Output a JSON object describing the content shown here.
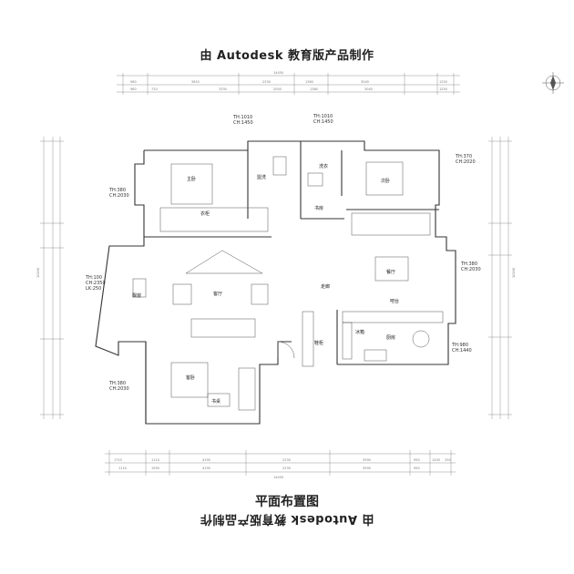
{
  "watermark": {
    "text": "由 Autodesk 教育版产品制作"
  },
  "plan_title": "平面布置图",
  "annotations": [
    {
      "line1": "TH:1010",
      "line2": "CH:1450"
    },
    {
      "line1": "TH:1010",
      "line2": "CH:1450"
    },
    {
      "line1": "TH:370",
      "line2": "CH:2020"
    },
    {
      "line1": "TH:380",
      "line2": "CH:2030"
    },
    {
      "line1": "TH:100",
      "line2": "CH:2350",
      "line3": "LK:250"
    },
    {
      "line1": "TH:380",
      "line2": "CH:2030"
    },
    {
      "line1": "TH:980",
      "line2": "CH:1440"
    },
    {
      "line1": "TH:380",
      "line2": "CH:2030"
    }
  ],
  "rooms": {
    "master_bedroom": "主卧",
    "bathroom": "盥洗",
    "laundry": "洗衣",
    "second_bedroom": "次卧",
    "study": "书房",
    "bay_window": "飘窗",
    "living_room": "客厅",
    "corridor": "走廊",
    "dining": "餐厅",
    "kitchen": "厨房",
    "guest_bedroom": "客卧",
    "wardrobe": "衣柜",
    "shoe_cabinet": "鞋柜",
    "bar": "吧台",
    "fridge": "冰箱",
    "desk": "书桌"
  },
  "dimensions": {
    "top_total": "14450",
    "bottom_total": "14450",
    "top_row1": [
      "980",
      "3610",
      "2230",
      "1360",
      "3040",
      "1250"
    ],
    "top_row2": [
      "980",
      "720",
      "3330",
      "2000",
      "1380",
      "3040",
      "1250"
    ],
    "bottom_row1": [
      "1710",
      "1110",
      "4190",
      "2230",
      "3590",
      "950",
      "1200",
      "330"
    ],
    "bottom_row2": [
      "1110",
      "1550",
      "4190",
      "2230",
      "3590",
      "950"
    ],
    "left_total": "10160",
    "right_total": "10160"
  }
}
